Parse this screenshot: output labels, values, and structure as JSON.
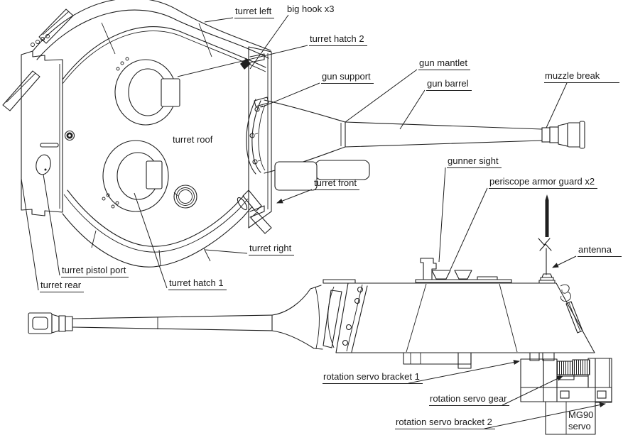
{
  "colors": {
    "line": "#1f1f1f",
    "background": "#ffffff"
  },
  "labels": {
    "turret_left": "turret left",
    "big_hook": "big hook x3",
    "turret_hatch_2": "turret hatch 2",
    "gun_support": "gun support",
    "gun_mantlet": "gun mantlet",
    "gun_barrel": "gun barrel",
    "muzzle_break": "muzzle break",
    "turret_roof": "turret roof",
    "turret_front": "turret front",
    "turret_right": "turret right",
    "turret_hatch_1": "turret hatch 1",
    "turret_pistol_port": "turret pistol port",
    "turret_rear": "turret rear",
    "gunner_sight": "gunner sight",
    "periscope_armor_guard": "periscope armor guard x2",
    "antenna": "antenna",
    "rotation_servo_bracket_1": "rotation servo bracket 1",
    "rotation_servo_gear": "rotation servo gear",
    "rotation_servo_bracket_2": "rotation servo bracket 2",
    "mg90_servo_line1": "MG90",
    "mg90_servo_line2": "servo"
  }
}
